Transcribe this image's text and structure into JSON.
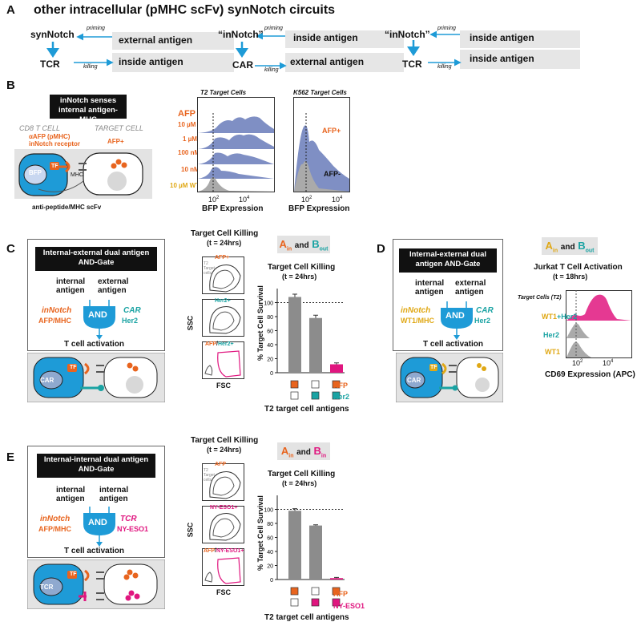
{
  "panelA": {
    "letter": "A",
    "title": "other intracellular (pMHC scFv) synNotch circuits",
    "c1": {
      "top": "synNotch",
      "bottom": "TCR",
      "ext": "external antigen",
      "int": "inside antigen",
      "priming": "priming",
      "killing": "killing"
    },
    "c2": {
      "top": "“inNotch”",
      "bottom": "CAR",
      "ext": "inside antigen",
      "int": "external antigen",
      "priming": "priming",
      "killing": "killing"
    },
    "c3": {
      "top": "“inNotch”",
      "bottom": "TCR",
      "ext": "inside antigen",
      "int": "inside antigen",
      "priming": "priming",
      "killing": "killing"
    }
  },
  "panelB": {
    "letter": "B",
    "box_title": "inNotch senses internal antigen-MHC",
    "cd8": "CD8 T CELL",
    "target": "TARGET CELL",
    "receptor1": "αAFP (pMHC)",
    "receptor2": "inNotch receptor",
    "afp": "AFP+",
    "bfp": "BFP",
    "tf": "TF",
    "mhc": "MHC",
    "scfv": "anti-peptide/MHC scFv",
    "afp_head": "AFP",
    "conc": [
      "10 µM",
      "1 µM",
      "100 nM",
      "10 nM",
      "10 µM WT1"
    ],
    "t2_title": "T2 Target Cells",
    "k562_title": "K562 Target Cells",
    "afp_pos": "AFP+",
    "afp_neg": "AFP-",
    "tick_a": "10",
    "exp_a": "2",
    "tick_b": "10",
    "exp_b": "4",
    "xlab": "BFP Expression"
  },
  "panelC": {
    "letter": "C",
    "box_title": "Internal-external dual antigen AND-Gate",
    "int_ag": "internal antigen",
    "ext_ag": "external antigen",
    "innotch": "inNotch",
    "innotch_sub": "AFP/MHC",
    "car": "CAR",
    "car_sub": "Her2",
    "and": "AND",
    "act": "T cell activation",
    "car_label": "CAR",
    "tf": "TF",
    "kill_head": "Target Cell Killing",
    "kill_t": "(t = 24hrs)",
    "flow1": "AFP+",
    "flow1_sub": "T2 Target cells",
    "flow2": "Her2+",
    "flow3a": "AFP",
    "flow3b": "/",
    "flow3c": "Her2+",
    "ssc": "SSC",
    "fsc": "FSC",
    "gate_a": "A",
    "gate_a_sub": "in",
    "gate_and": "and",
    "gate_b": "B",
    "gate_b_sub": "out",
    "chart_title": "Target Cell Killing",
    "chart_t": "(t = 24hrs)",
    "ylabel": "% Target Cell Survival",
    "antigens": "T2 target cell antigens",
    "leg1": "AFP",
    "leg2": "Her2",
    "yticks": [
      "0",
      "20",
      "40",
      "60",
      "80",
      "100"
    ]
  },
  "panelD": {
    "letter": "D",
    "box_title": "Internal-external dual antigen AND-Gate",
    "int_ag": "internal antigen",
    "ext_ag": "external antigen",
    "innotch": "inNotch",
    "innotch_sub": "WT1/MHC",
    "car": "CAR",
    "car_sub": "Her2",
    "and": "AND",
    "act": "T cell activation",
    "car_label": "CAR",
    "tf": "TF",
    "gate_a": "A",
    "gate_a_sub": "in",
    "gate_and": "and",
    "gate_b": "B",
    "gate_b_sub": "out",
    "head": "Jurkat T Cell Activation",
    "head_t": "(t = 18hrs)",
    "tc": "Target Cells (T2)",
    "r1a": "WT1",
    "r1b": "+Her2",
    "r2": "Her2",
    "r3": "WT1",
    "tick_a": "10",
    "exp_a": "2",
    "tick_b": "10",
    "exp_b": "4",
    "xlab": "CD69 Expression (APC)"
  },
  "panelE": {
    "letter": "E",
    "box_title": "Internal-internal dual antigen AND-Gate",
    "int_ag1": "internal antigen",
    "int_ag2": "internal antigen",
    "innotch": "inNotch",
    "innotch_sub": "AFP/MHC",
    "tcr": "TCR",
    "tcr_sub": "NY-ESO1",
    "and": "AND",
    "act": "T cell activation",
    "tcr_label": "TCR",
    "tf": "TF",
    "kill_head": "Target Cell Killing",
    "kill_t": "(t = 24hrs)",
    "flow1": "AFP",
    "flow1_sub": "T2 Target cells",
    "flow2": "NY-ESO1+",
    "flow3a": "AFP",
    "flow3b": "/",
    "flow3c": "NY-ESO1+",
    "ssc": "SSC",
    "fsc": "FSC",
    "gate_a": "A",
    "gate_a_sub": "in",
    "gate_and": "and",
    "gate_b": "B",
    "gate_b_sub": "in",
    "chart_title": "Target Cell Killing",
    "chart_t": "(t = 24hrs)",
    "ylabel": "% Target Cell Survival",
    "antigens": "T2 target cell antigens",
    "leg1": "AFP",
    "leg2": "NY-ESO1",
    "yticks": [
      "0",
      "20",
      "40",
      "60",
      "80",
      "100"
    ]
  },
  "colors": {
    "blue": "#1e9bd7",
    "orange": "#e8641e",
    "teal": "#1aa3a3",
    "magenta": "#e0167f",
    "gold": "#e0a815",
    "histo": "#7f8fc4",
    "gray": "#999999"
  },
  "chart_data": [
    {
      "type": "bar",
      "title": "Target Cell Killing",
      "subtitle": "(t = 24hrs)",
      "ylabel": "% Target Cell Survival",
      "xlabel": "T2 target cell antigens",
      "ylim": [
        0,
        120
      ],
      "categories": [
        "AFP",
        "Her2",
        "AFP+Her2"
      ],
      "series": [
        {
          "values": [
            108,
            78,
            12
          ]
        }
      ],
      "errors": [
        4,
        4,
        2
      ],
      "reference_line": 100
    },
    {
      "type": "bar",
      "title": "Target Cell Killing",
      "subtitle": "(t = 24hrs)",
      "ylabel": "% Target Cell Survival",
      "xlabel": "T2 target cell antigens",
      "ylim": [
        0,
        120
      ],
      "categories": [
        "AFP",
        "NY-ESO1",
        "AFP+NY-ESO1"
      ],
      "series": [
        {
          "values": [
            98,
            77,
            2
          ]
        }
      ],
      "errors": [
        3,
        1,
        1
      ],
      "reference_line": 100
    }
  ]
}
